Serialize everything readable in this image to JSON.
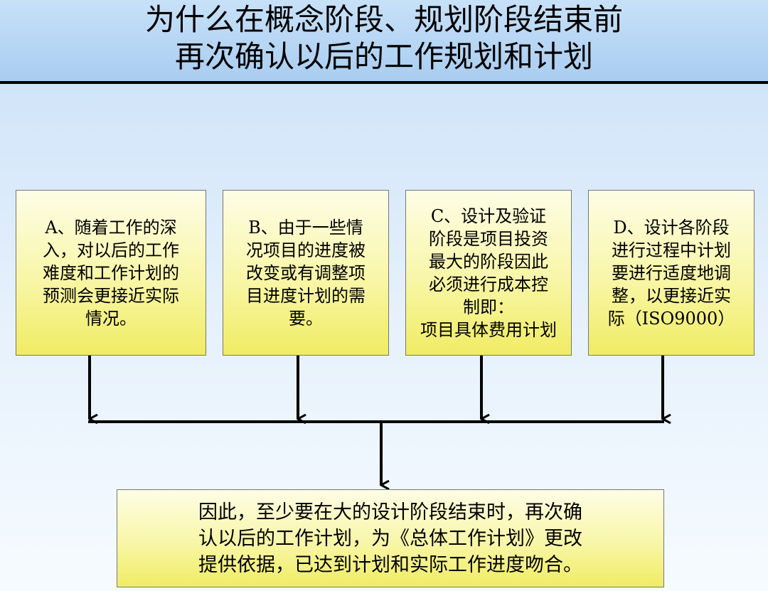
{
  "title": {
    "line1": "为什么在概念阶段、规划阶段结束前",
    "line2": "再次确认以后的工作规划和计划"
  },
  "boxes": [
    {
      "lines": [
        "A、随着工作的深",
        "入，对以后的工作",
        "难度和工作计划的",
        "预测会更接近实际",
        "情况。"
      ]
    },
    {
      "lines": [
        "B、由于一些情",
        "况项目的进度被",
        "改变或有调整项",
        "目进度计划的需",
        "要。"
      ]
    },
    {
      "lines": [
        "C、设计及验证",
        "阶段是项目投资",
        "最大的阶段因此",
        "必须进行成本控",
        "制即：",
        "项目具体费用计划"
      ]
    },
    {
      "lines": [
        "D、设计各阶段",
        "进行过程中计划",
        "要进行适度地调",
        "整，以更接近实",
        "际（ISO9000）"
      ]
    }
  ],
  "conclusion": {
    "lines": [
      "因此，至少要在大的设计阶段结束时，再次确",
      "认以后的工作计划，为《总体工作计划》更改",
      "提供依据，已达到计划和实际工作进度吻合。"
    ]
  }
}
